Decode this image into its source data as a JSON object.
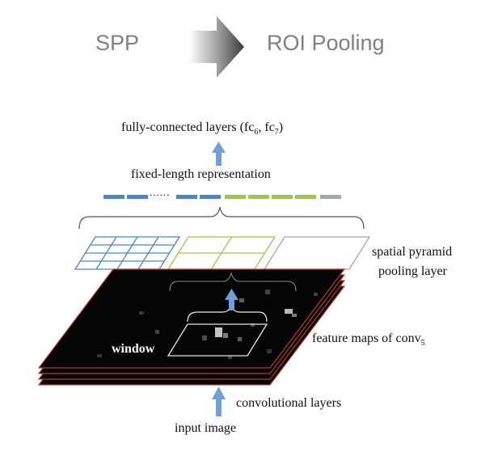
{
  "header": {
    "left_label": "SPP",
    "right_label": "ROI Pooling"
  },
  "diagram": {
    "fc_label_prefix": "fully-connected layers (fc",
    "fc_sub_a": "6",
    "fc_mid": ", fc",
    "fc_sub_b": "7",
    "fc_suffix": ")",
    "fixed_length_label": "fixed-length representation",
    "dots": "......",
    "spp_label_line1": "spatial pyramid",
    "spp_label_line2": "pooling layer",
    "window_label": "window",
    "feature_maps_label": "feature maps of conv",
    "feature_maps_sub": "5",
    "conv_layers_label": "convolutional layers",
    "input_image_label": "input image"
  },
  "colors": {
    "blue": "#4a86c5",
    "green": "#9bc74e",
    "gray": "#a6a6a6",
    "arrow_blue": "#6f9fd8",
    "map_edge": "#c0392b"
  }
}
